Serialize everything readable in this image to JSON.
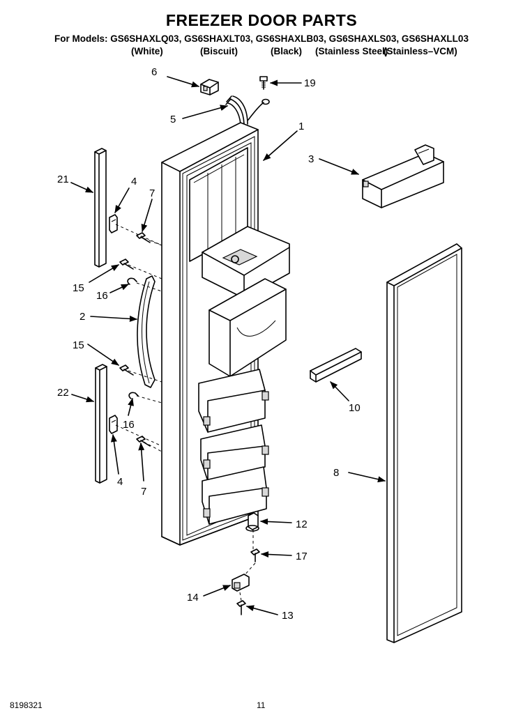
{
  "header": {
    "title": "FREEZER DOOR PARTS",
    "models": "For Models: GS6SHAXLQ03, GS6SHAXLT03, GS6SHAXLB03, GS6SHAXLS03, GS6SHAXLL03",
    "variants": [
      "(White)",
      "(Biscuit)",
      "(Black)",
      "(Stainless Steel)",
      "(Stainless–VCM)"
    ]
  },
  "callouts": [
    "6",
    "19",
    "5",
    "1",
    "3",
    "21",
    "4",
    "7",
    "15",
    "16",
    "2",
    "15",
    "22",
    "16",
    "4",
    "7",
    "10",
    "8",
    "12",
    "17",
    "14",
    "13"
  ],
  "footer": {
    "doc_number": "8198321",
    "page_number": "11"
  }
}
